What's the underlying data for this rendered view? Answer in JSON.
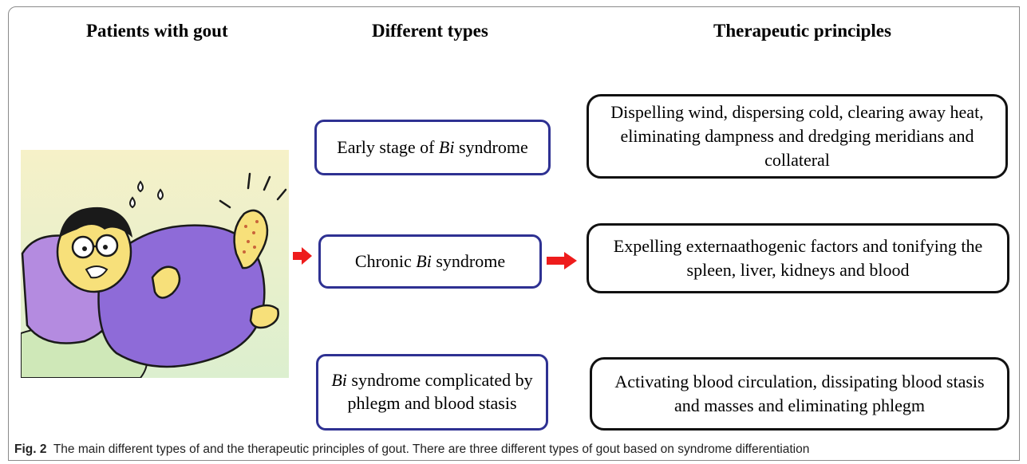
{
  "headers": {
    "patients": "Patients with gout",
    "types": "Different types",
    "principles": "Therapeutic principles"
  },
  "types": [
    {
      "pre": "Early stage of ",
      "italic": "Bi",
      "post": " syndrome"
    },
    {
      "pre": "Chronic ",
      "italic": "Bi",
      "post": " syndrome"
    },
    {
      "pre": "",
      "italic": "Bi",
      "post": " syndrome complicated by phlegm and blood stasis"
    }
  ],
  "principles": [
    "Dispelling wind, dispersing cold, clearing away heat, eliminating dampness and dredging meridians and collateral",
    "Expelling externaathogenic factors and tonifying the spleen, liver, kidneys and blood",
    "Activating blood circulation, dissipating blood stasis and masses and eliminating phlegm"
  ],
  "caption": {
    "label": "Fig. 2",
    "text": "The main different types of and the therapeutic principles of gout. There are three different types of gout based on syndrome differentiation"
  },
  "colors": {
    "type_border": "#2e3192",
    "arrow": "#ee1c1c",
    "illustration_bg": "#f6f1c8",
    "pillow": "#b48be0",
    "blanket": "#8e6bd8",
    "skin": "#f7e07a"
  },
  "illustration": "man-with-gout-in-bed"
}
